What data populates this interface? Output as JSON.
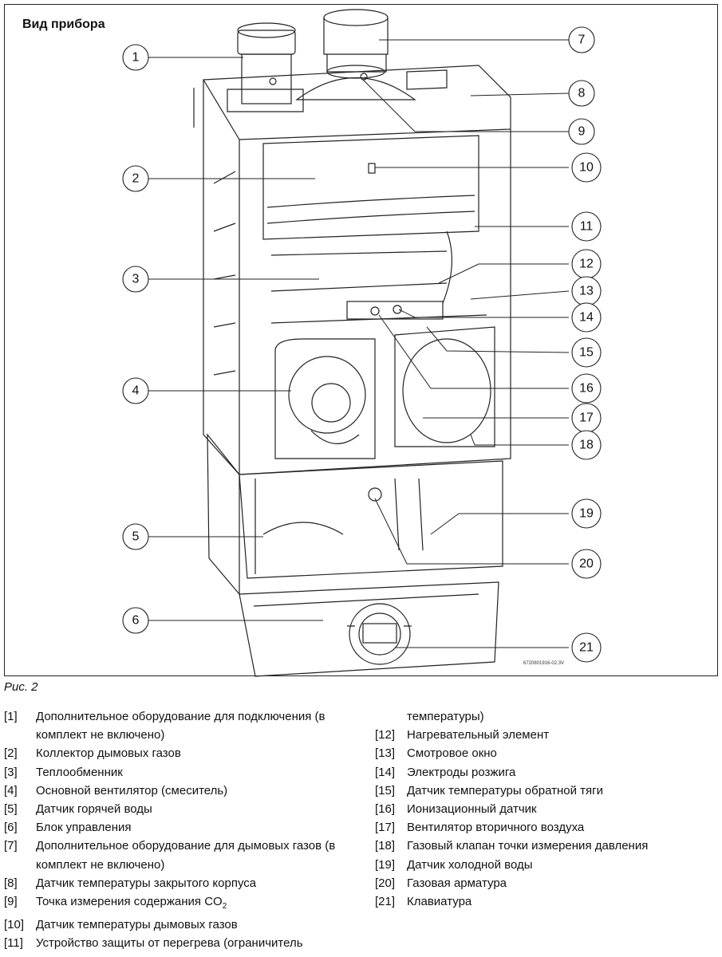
{
  "figure": {
    "title": "Вид прибора",
    "code": "6720801916-02.3V",
    "caption": "Рис. 2"
  },
  "callouts": [
    "1",
    "2",
    "3",
    "4",
    "5",
    "6",
    "7",
    "8",
    "9",
    "10",
    "11",
    "12",
    "13",
    "14",
    "15",
    "16",
    "17",
    "18",
    "19",
    "20",
    "21"
  ],
  "legend": {
    "item1_num": "[1]",
    "item1_a": "Дополнительное оборудование для подключения (в",
    "item1_b": "комплект не включено)",
    "item2_num": "[2]",
    "item2": "Коллектор дымовых газов",
    "item3_num": "[3]",
    "item3": "Теплообменник",
    "item4_num": "[4]",
    "item4": "Основной вентилятор (смеситель)",
    "item5_num": "[5]",
    "item5": "Датчик горячей воды",
    "item6_num": "[6]",
    "item6": "Блок управления",
    "item7_num": "[7]",
    "item7_a": "Дополнительное оборудование для дымовых газов (в",
    "item7_b": "комплект не включено)",
    "item8_num": "[8]",
    "item8": "Датчик температуры закрытого корпуса",
    "item9_num": "[9]",
    "item9": "Точка измерения содержания CO",
    "item9_sub": "2",
    "item10_num": "[10]",
    "item10": "Датчик температуры дымовых газов",
    "item11_num": "[11]",
    "item11_a": "Устройство защиты от перегрева (ограничитель",
    "item11_b": "температуры)",
    "item12_num": "[12]",
    "item12": "Нагревательный элемент",
    "item13_num": "[13]",
    "item13": "Смотровое окно",
    "item14_num": "[14]",
    "item14": "Электроды розжига",
    "item15_num": "[15]",
    "item15": "Датчик температуры обратной тяги",
    "item16_num": "[16]",
    "item16": "Ионизационный датчик",
    "item17_num": "[17]",
    "item17": "Вентилятор вторичного воздуха",
    "item18_num": "[18]",
    "item18": "Газовый клапан точки измерения давления",
    "item19_num": "[19]",
    "item19": "Датчик холодной воды",
    "item20_num": "[20]",
    "item20": "Газовая арматура",
    "item21_num": "[21]",
    "item21": "Клавиатура"
  }
}
